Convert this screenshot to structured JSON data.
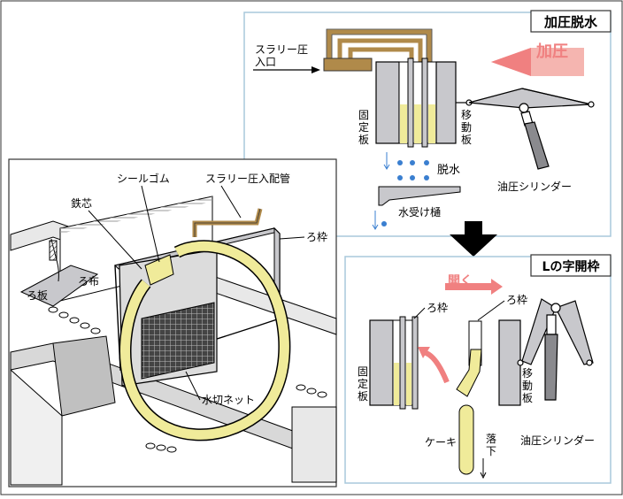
{
  "panels": {
    "top_right": {
      "title": "加圧脱水",
      "slurry_inlet": "スラリー圧\n入口",
      "press_label": "加圧",
      "fixed_plate": "固定板",
      "moving_plate": "移動板",
      "dewatering": "脱水",
      "drip_tray": "水受け樋",
      "cylinder": "油圧シリンダー"
    },
    "bottom_right": {
      "title": "Lの字開枠",
      "open_label": "開く",
      "filter_frame": "ろ枠",
      "fixed_plate": "固定板",
      "moving_plate": "移動板",
      "cake": "ケーキ",
      "fall": "落下",
      "cylinder": "油圧シリンダー"
    },
    "left": {
      "seal_rubber": "シールゴム",
      "slurry_pipe": "スラリー圧入配管",
      "iron_core": "鉄芯",
      "filter_frame": "ろ枠",
      "filter_cloth": "ろ布",
      "filter_plate": "ろ板",
      "drain_net": "水切ネット"
    }
  },
  "colors": {
    "accent_red": "#f08080",
    "gel_yellow": "#f0eb9a",
    "pipe_brown": "#b08a4a",
    "plate_grey": "#c8c8cc",
    "panel_border": "#a8c8dc",
    "water_blue": "#3a7fd0"
  }
}
